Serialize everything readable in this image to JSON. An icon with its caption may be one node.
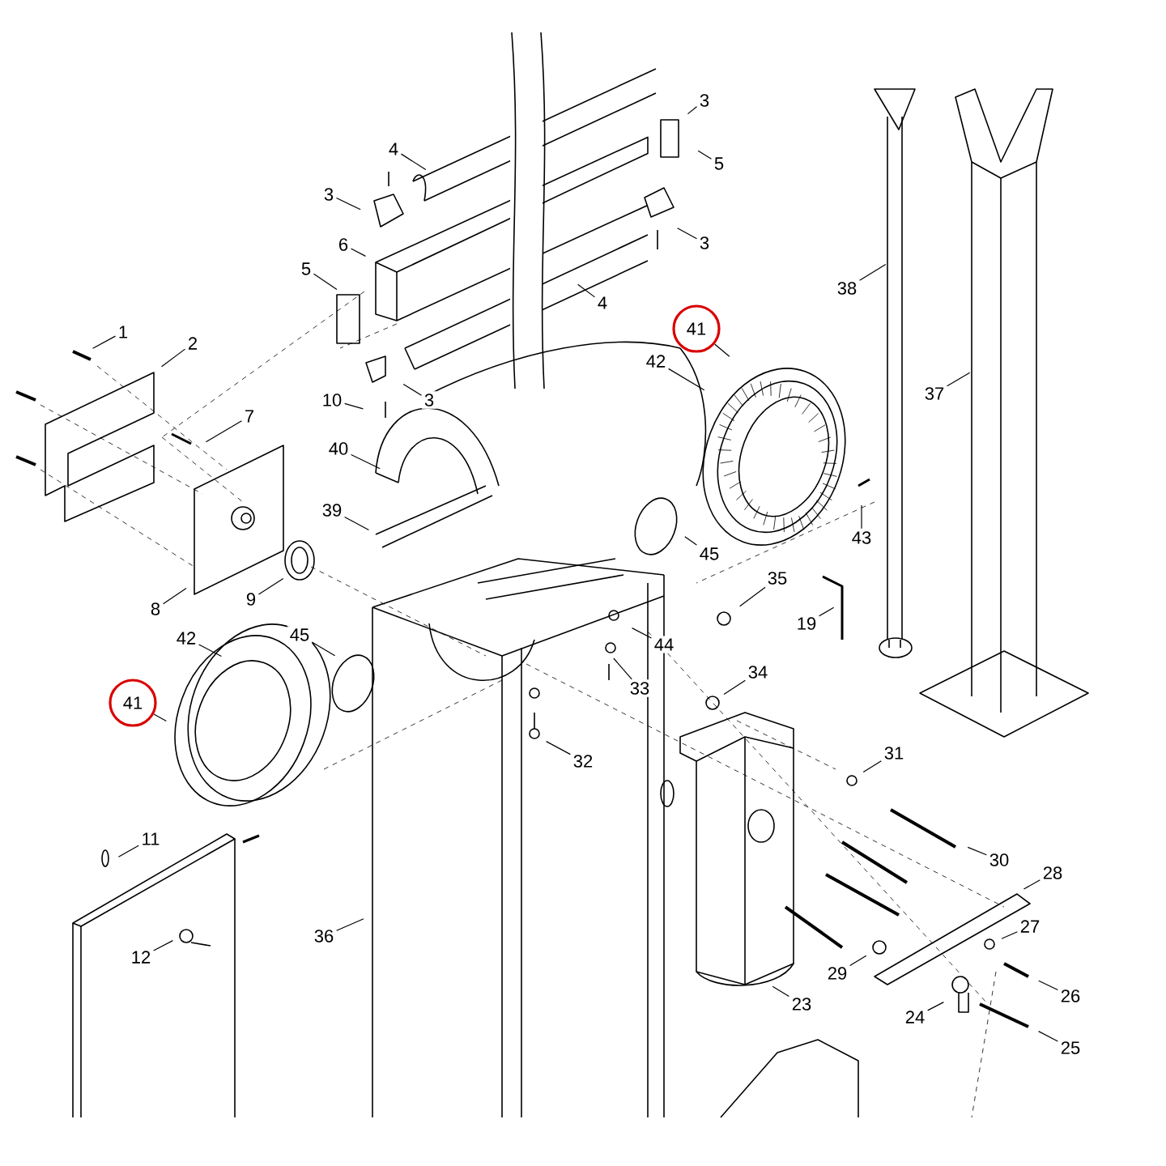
{
  "diagram": {
    "nodes": [
      {
        "text": [
          "3"
        ]
      },
      {
        "text": [
          "4"
        ]
      },
      {
        "text": [
          "5"
        ]
      },
      {
        "text": [
          "3"
        ]
      },
      {
        "text": [
          "6"
        ]
      },
      {
        "text": [
          "3"
        ]
      },
      {
        "text": [
          "5"
        ]
      },
      {
        "text": [
          "38"
        ]
      },
      {
        "text": [
          "4"
        ]
      },
      {
        "text": [
          "1"
        ]
      },
      {
        "text": [
          "41"
        ]
      },
      {
        "text": [
          "2"
        ]
      },
      {
        "text": [
          "42"
        ]
      },
      {
        "text": [
          "37"
        ]
      },
      {
        "text": [
          "10"
        ]
      },
      {
        "text": [
          "3"
        ]
      },
      {
        "text": [
          "7"
        ]
      },
      {
        "text": [
          "40"
        ]
      },
      {
        "text": [
          "39"
        ]
      },
      {
        "text": [
          "43"
        ]
      },
      {
        "text": [
          "45"
        ]
      },
      {
        "text": [
          "35"
        ]
      },
      {
        "text": [
          "9"
        ]
      },
      {
        "text": [
          "8"
        ]
      },
      {
        "text": [
          "19"
        ]
      },
      {
        "text": [
          "45"
        ]
      },
      {
        "text": [
          "42"
        ]
      },
      {
        "text": [
          "44"
        ]
      },
      {
        "text": [
          "34"
        ]
      },
      {
        "text": [
          "33"
        ]
      },
      {
        "text": [
          "41"
        ]
      },
      {
        "text": [
          "31"
        ]
      },
      {
        "text": [
          "32"
        ]
      },
      {
        "text": [
          "11"
        ]
      },
      {
        "text": [
          "30"
        ]
      },
      {
        "text": [
          "28"
        ]
      },
      {
        "text": [
          "27"
        ]
      },
      {
        "text": [
          "36"
        ]
      },
      {
        "text": [
          "12"
        ]
      },
      {
        "text": [
          "29"
        ]
      },
      {
        "text": [
          "23"
        ]
      },
      {
        "text": [
          "26"
        ]
      },
      {
        "text": [
          "24"
        ]
      },
      {
        "text": [
          "25"
        ]
      }
    ],
    "edges": [
      {
        "from": 0,
        "to": null,
        "arrow": "none"
      },
      {
        "from": 1,
        "to": null,
        "arrow": "none"
      },
      {
        "from": 2,
        "to": null,
        "arrow": "none"
      },
      {
        "from": 3,
        "to": null,
        "arrow": "none"
      },
      {
        "from": 4,
        "to": null,
        "arrow": "none"
      },
      {
        "from": 5,
        "to": null,
        "arrow": "none"
      },
      {
        "from": 6,
        "to": null,
        "arrow": "none"
      },
      {
        "from": 7,
        "to": null,
        "arrow": "none"
      },
      {
        "from": 8,
        "to": null,
        "arrow": "none"
      },
      {
        "from": 9,
        "to": null,
        "arrow": "none"
      },
      {
        "from": 10,
        "to": null,
        "arrow": "none"
      },
      {
        "from": 11,
        "to": null,
        "arrow": "none"
      },
      {
        "from": 12,
        "to": null,
        "arrow": "none"
      },
      {
        "from": 13,
        "to": null,
        "arrow": "none"
      },
      {
        "from": 14,
        "to": null,
        "arrow": "none"
      },
      {
        "from": 15,
        "to": null,
        "arrow": "none"
      },
      {
        "from": 16,
        "to": null,
        "arrow": "none"
      },
      {
        "from": 17,
        "to": null,
        "arrow": "none"
      },
      {
        "from": 18,
        "to": null,
        "arrow": "none"
      },
      {
        "from": 19,
        "to": null,
        "arrow": "none"
      },
      {
        "from": 20,
        "to": null,
        "arrow": "none"
      },
      {
        "from": 21,
        "to": null,
        "arrow": "none"
      },
      {
        "from": 22,
        "to": null,
        "arrow": "none"
      },
      {
        "from": 23,
        "to": null,
        "arrow": "none"
      },
      {
        "from": 24,
        "to": null,
        "arrow": "none"
      },
      {
        "from": 25,
        "to": null,
        "arrow": "none"
      },
      {
        "from": 26,
        "to": null,
        "arrow": "none"
      },
      {
        "from": 27,
        "to": null,
        "arrow": "none"
      },
      {
        "from": 28,
        "to": null,
        "arrow": "none"
      },
      {
        "from": 29,
        "to": null,
        "arrow": "none"
      },
      {
        "from": 30,
        "to": null,
        "arrow": "none"
      },
      {
        "from": 31,
        "to": null,
        "arrow": "none"
      },
      {
        "from": 32,
        "to": null,
        "arrow": "none"
      },
      {
        "from": 33,
        "to": null,
        "arrow": "none"
      },
      {
        "from": 34,
        "to": null,
        "arrow": "none"
      },
      {
        "from": 35,
        "to": null,
        "arrow": "none"
      },
      {
        "from": 36,
        "to": null,
        "arrow": "none"
      },
      {
        "from": 37,
        "to": null,
        "arrow": "none"
      },
      {
        "from": 38,
        "to": null,
        "arrow": "none"
      },
      {
        "from": 39,
        "to": null,
        "arrow": "none"
      },
      {
        "from": 40,
        "to": null,
        "arrow": "none"
      },
      {
        "from": 41,
        "to": null,
        "arrow": "none"
      },
      {
        "from": 42,
        "to": null,
        "arrow": "none"
      },
      {
        "from": 43,
        "to": null,
        "arrow": "none"
      }
    ]
  }
}
